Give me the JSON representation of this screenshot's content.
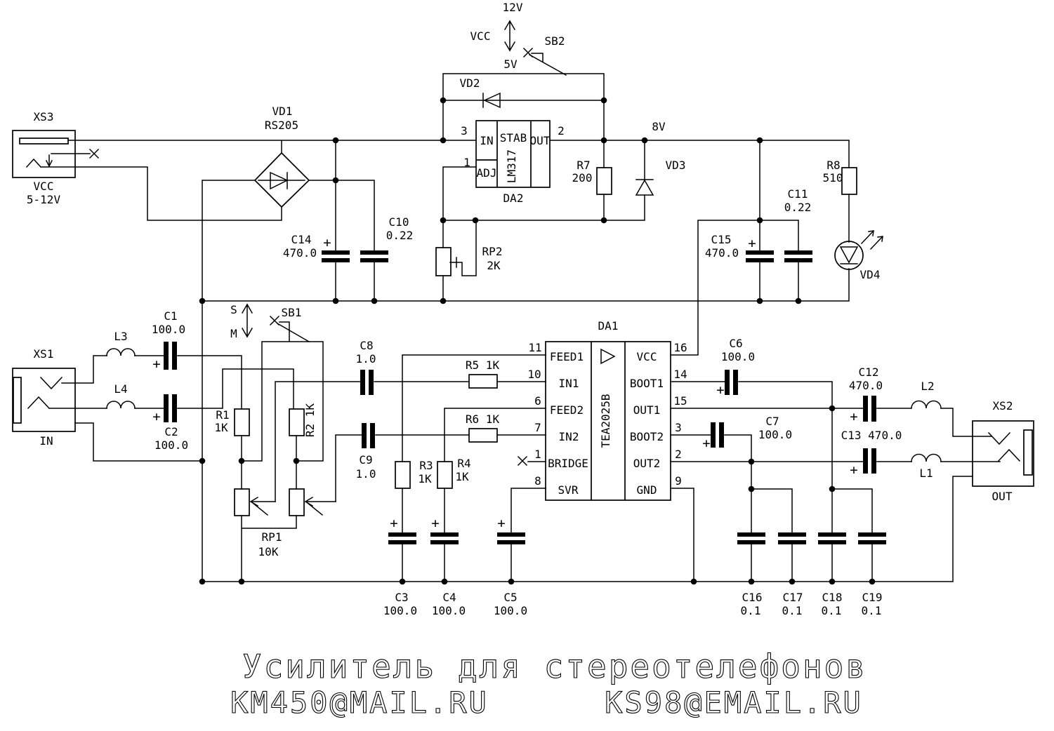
{
  "colors": {
    "ink": "#000000",
    "paper": "#ffffff"
  },
  "plus": "+",
  "power": {
    "v12": "12V",
    "vcc_sel": "VCC",
    "v5": "5V",
    "sb2": "SB2",
    "v8": "8V",
    "sb1": "SB1",
    "stereo": "S",
    "mono": "M"
  },
  "connectors": {
    "xs1": {
      "ref": "XS1",
      "label": "IN"
    },
    "xs2": {
      "ref": "XS2",
      "label": "OUT"
    },
    "xs3": {
      "ref": "XS3",
      "line1": "VCC",
      "line2": "5-12V"
    }
  },
  "diodes": {
    "vd1": {
      "ref": "VD1",
      "part": "RS205"
    },
    "vd2": {
      "ref": "VD2"
    },
    "vd3": {
      "ref": "VD3"
    },
    "vd4": {
      "ref": "VD4"
    }
  },
  "resistors": {
    "r1": {
      "ref": "R1",
      "val": "1K"
    },
    "r2": {
      "label": "R2 1K"
    },
    "r3": {
      "ref": "R3",
      "val": "1K"
    },
    "r4": {
      "ref": "R4",
      "val": "1K"
    },
    "r5": {
      "label": "R5 1K"
    },
    "r6": {
      "label": "R6 1K"
    },
    "r7": {
      "ref": "R7",
      "val": "200"
    },
    "r8": {
      "ref": "R8",
      "val": "510"
    },
    "rp1": {
      "ref": "RP1",
      "val": "10K"
    },
    "rp2": {
      "ref": "RP2",
      "val": "2K"
    }
  },
  "capacitors": {
    "c1": {
      "ref": "C1",
      "val": "100.0"
    },
    "c2": {
      "ref": "C2",
      "val": "100.0"
    },
    "c3": {
      "ref": "C3",
      "val": "100.0"
    },
    "c4": {
      "ref": "C4",
      "val": "100.0"
    },
    "c5": {
      "ref": "C5",
      "val": "100.0"
    },
    "c6": {
      "ref": "C6",
      "val": "100.0"
    },
    "c7": {
      "ref": "C7",
      "val": "100.0"
    },
    "c8": {
      "ref": "C8",
      "val": "1.0"
    },
    "c9": {
      "ref": "C9",
      "val": "1.0"
    },
    "c10": {
      "ref": "C10",
      "val": "0.22"
    },
    "c11": {
      "ref": "C11",
      "val": "0.22"
    },
    "c12": {
      "ref": "C12",
      "val": "470.0"
    },
    "c13": {
      "label": "C13 470.0"
    },
    "c14": {
      "ref": "C14",
      "val": "470.0"
    },
    "c15": {
      "ref": "C15",
      "val": "470.0"
    },
    "c16": {
      "ref": "C16",
      "val": "0.1"
    },
    "c17": {
      "ref": "C17",
      "val": "0.1"
    },
    "c18": {
      "ref": "C18",
      "val": "0.1"
    },
    "c19": {
      "ref": "C19",
      "val": "0.1"
    }
  },
  "inductors": {
    "l1": "L1",
    "l2": "L2",
    "l3": "L3",
    "l4": "L4"
  },
  "ics": {
    "da2": {
      "ref": "DA2",
      "part": "LM317",
      "func": "STAB",
      "in": "IN",
      "adj": "ADJ",
      "out": "OUT",
      "pin_in": "3",
      "pin_adj": "1",
      "pin_out": "2"
    },
    "da1": {
      "ref": "DA1",
      "part": "TEA2025B",
      "left": [
        {
          "n": "11",
          "name": "FEED1"
        },
        {
          "n": "10",
          "name": "IN1"
        },
        {
          "n": "6",
          "name": "FEED2"
        },
        {
          "n": "7",
          "name": "IN2"
        },
        {
          "n": "1",
          "name": "BRIDGE"
        },
        {
          "n": "8",
          "name": "SVR"
        }
      ],
      "right": [
        {
          "n": "16",
          "name": "VCC"
        },
        {
          "n": "14",
          "name": "BOOT1"
        },
        {
          "n": "15",
          "name": "OUT1"
        },
        {
          "n": "3",
          "name": "BOOT2"
        },
        {
          "n": "2",
          "name": "OUT2"
        },
        {
          "n": "9",
          "name": "GND"
        }
      ]
    }
  },
  "footer": {
    "title": "Усилитель для стереотелефонов",
    "email_left": "KM450@MAIL.RU",
    "email_right": "KS98@EMAIL.RU"
  }
}
